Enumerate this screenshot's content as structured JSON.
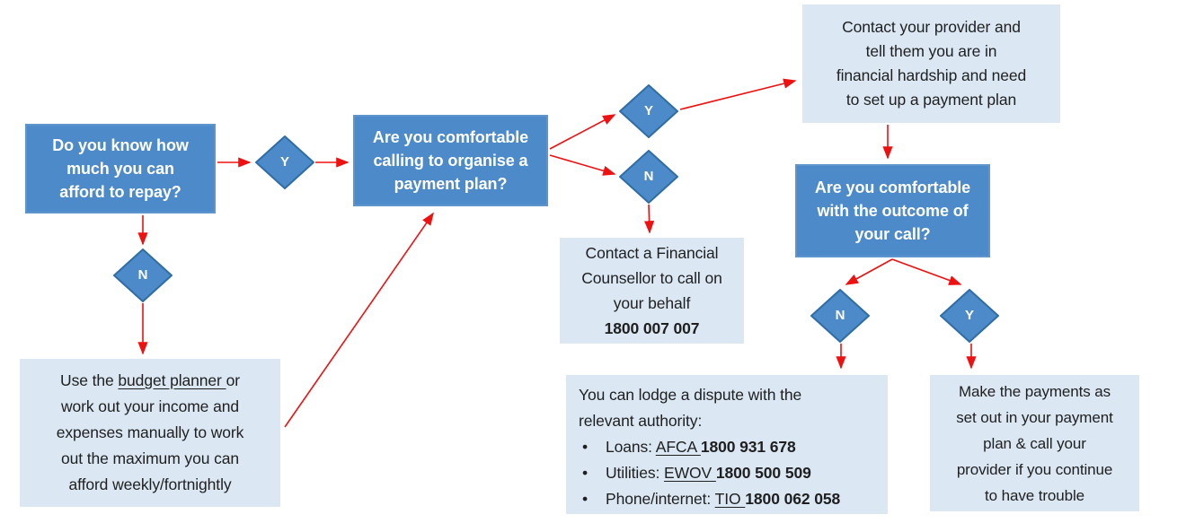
{
  "title": "Financial hardship payment plan flowchart",
  "colors": {
    "node_blue_fill": "#4d8ac9",
    "node_blue_border": "#2e6da6",
    "node_light_fill": "#dbe8f4",
    "arrow_red": "#ee1111",
    "text_on_dark": "#ffffff",
    "text_on_light": "#1f1f1f"
  },
  "nodes": {
    "know_afford": {
      "text": "Do you know how\nmuch you can\nafford to repay?"
    },
    "comfortable_calling": {
      "text": "Are you comfortable\ncalling to organise a\npayment plan?"
    },
    "contact_provider": {
      "text": "Contact your provider and\ntell them you are in\nfinancial hardship and need\nto set up a payment plan"
    },
    "outcome": {
      "text": "Are you comfortable\nwith the outcome of\nyour call?"
    },
    "counsellor": {
      "text": "Contact a Financial\nCounsellor to call on\nyour behalf",
      "phone": "1800 007 007"
    },
    "budget": {
      "prefix": "Use the ",
      "link": "budget planner ",
      "suffix": "or\nwork out your income and\nexpenses manually to work\nout the maximum you can\nafford weekly/fortnightly"
    },
    "dispute": {
      "intro": "You can lodge a dispute with the\nrelevant authority:",
      "bullets": [
        {
          "marker": "•",
          "prefix": "Loans: ",
          "authority": "AFCA ",
          "number": "1800 931 678"
        },
        {
          "marker": "•",
          "prefix": "Utilities: ",
          "authority": "EWOV ",
          "number": "1800 500 509"
        },
        {
          "marker": "•",
          "prefix": "Phone/internet: ",
          "authority": "TIO ",
          "number": "1800 062 058"
        }
      ]
    },
    "payments": {
      "text": "Make the payments as\nset out in your payment\nplan & call your\nprovider if you continue\nto have trouble"
    }
  },
  "diamonds": {
    "y1": "Y",
    "n1": "N",
    "y2": "Y",
    "n2": "N",
    "n3": "N",
    "y3": "Y"
  }
}
